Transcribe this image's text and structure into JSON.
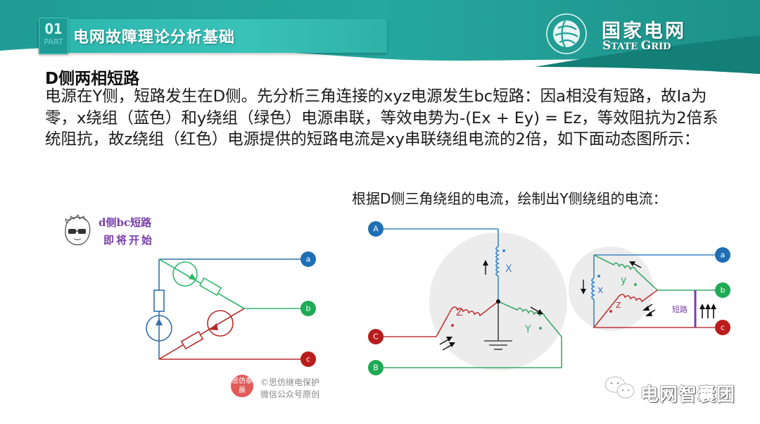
{
  "header": {
    "part_number": "01",
    "part_label": "PART",
    "section_title": "电网故障理论分析基础",
    "brand_cn": "国家电网",
    "brand_en_big1": "S",
    "brand_en_small1": "TATE ",
    "brand_en_big2": "G",
    "brand_en_small2": "RID",
    "colors": {
      "teal": "#26a69d",
      "teal_dark": "#12837b",
      "teal_light": "#3cc4ba"
    }
  },
  "content": {
    "heading": "D侧两相短路",
    "paragraph": "电源在Y侧，短路发生在D侧。先分析三角连接的xyz电源发生bc短路：因a相没有短路，故Ia为零，x绕组（蓝色）和y绕组（绿色）电源串联，等效电势为-(Ex + Ey) = Ez，等效阻抗为2倍系统阻抗，故z绕组（红色）电源提供的短路电流是xy串联绕组电流的2倍，如下面动态图所示：",
    "caption": "根据D侧三角绕组的电流，绘制出Y侧绕组的电流："
  },
  "left_figure": {
    "sticker_line1": "d侧bc短路",
    "sticker_line2": "即将开始",
    "terminals": [
      "a",
      "b",
      "c"
    ],
    "stamp_text": "思仿泰晨",
    "credit_line1": "©思仿继电保护",
    "credit_line2": "微信公众号原创",
    "colors": {
      "a": "#1f6fb5",
      "b": "#1faa55",
      "c": "#b81c1c"
    }
  },
  "right_figure": {
    "y_terminals": [
      "A",
      "B",
      "C"
    ],
    "y_windings": [
      "X",
      "Y",
      "Z"
    ],
    "d_terminals": [
      "a",
      "b",
      "c"
    ],
    "d_windings": [
      "x",
      "y",
      "z"
    ],
    "short_label": "短路"
  },
  "watermark": {
    "text": "电网智囊团"
  }
}
